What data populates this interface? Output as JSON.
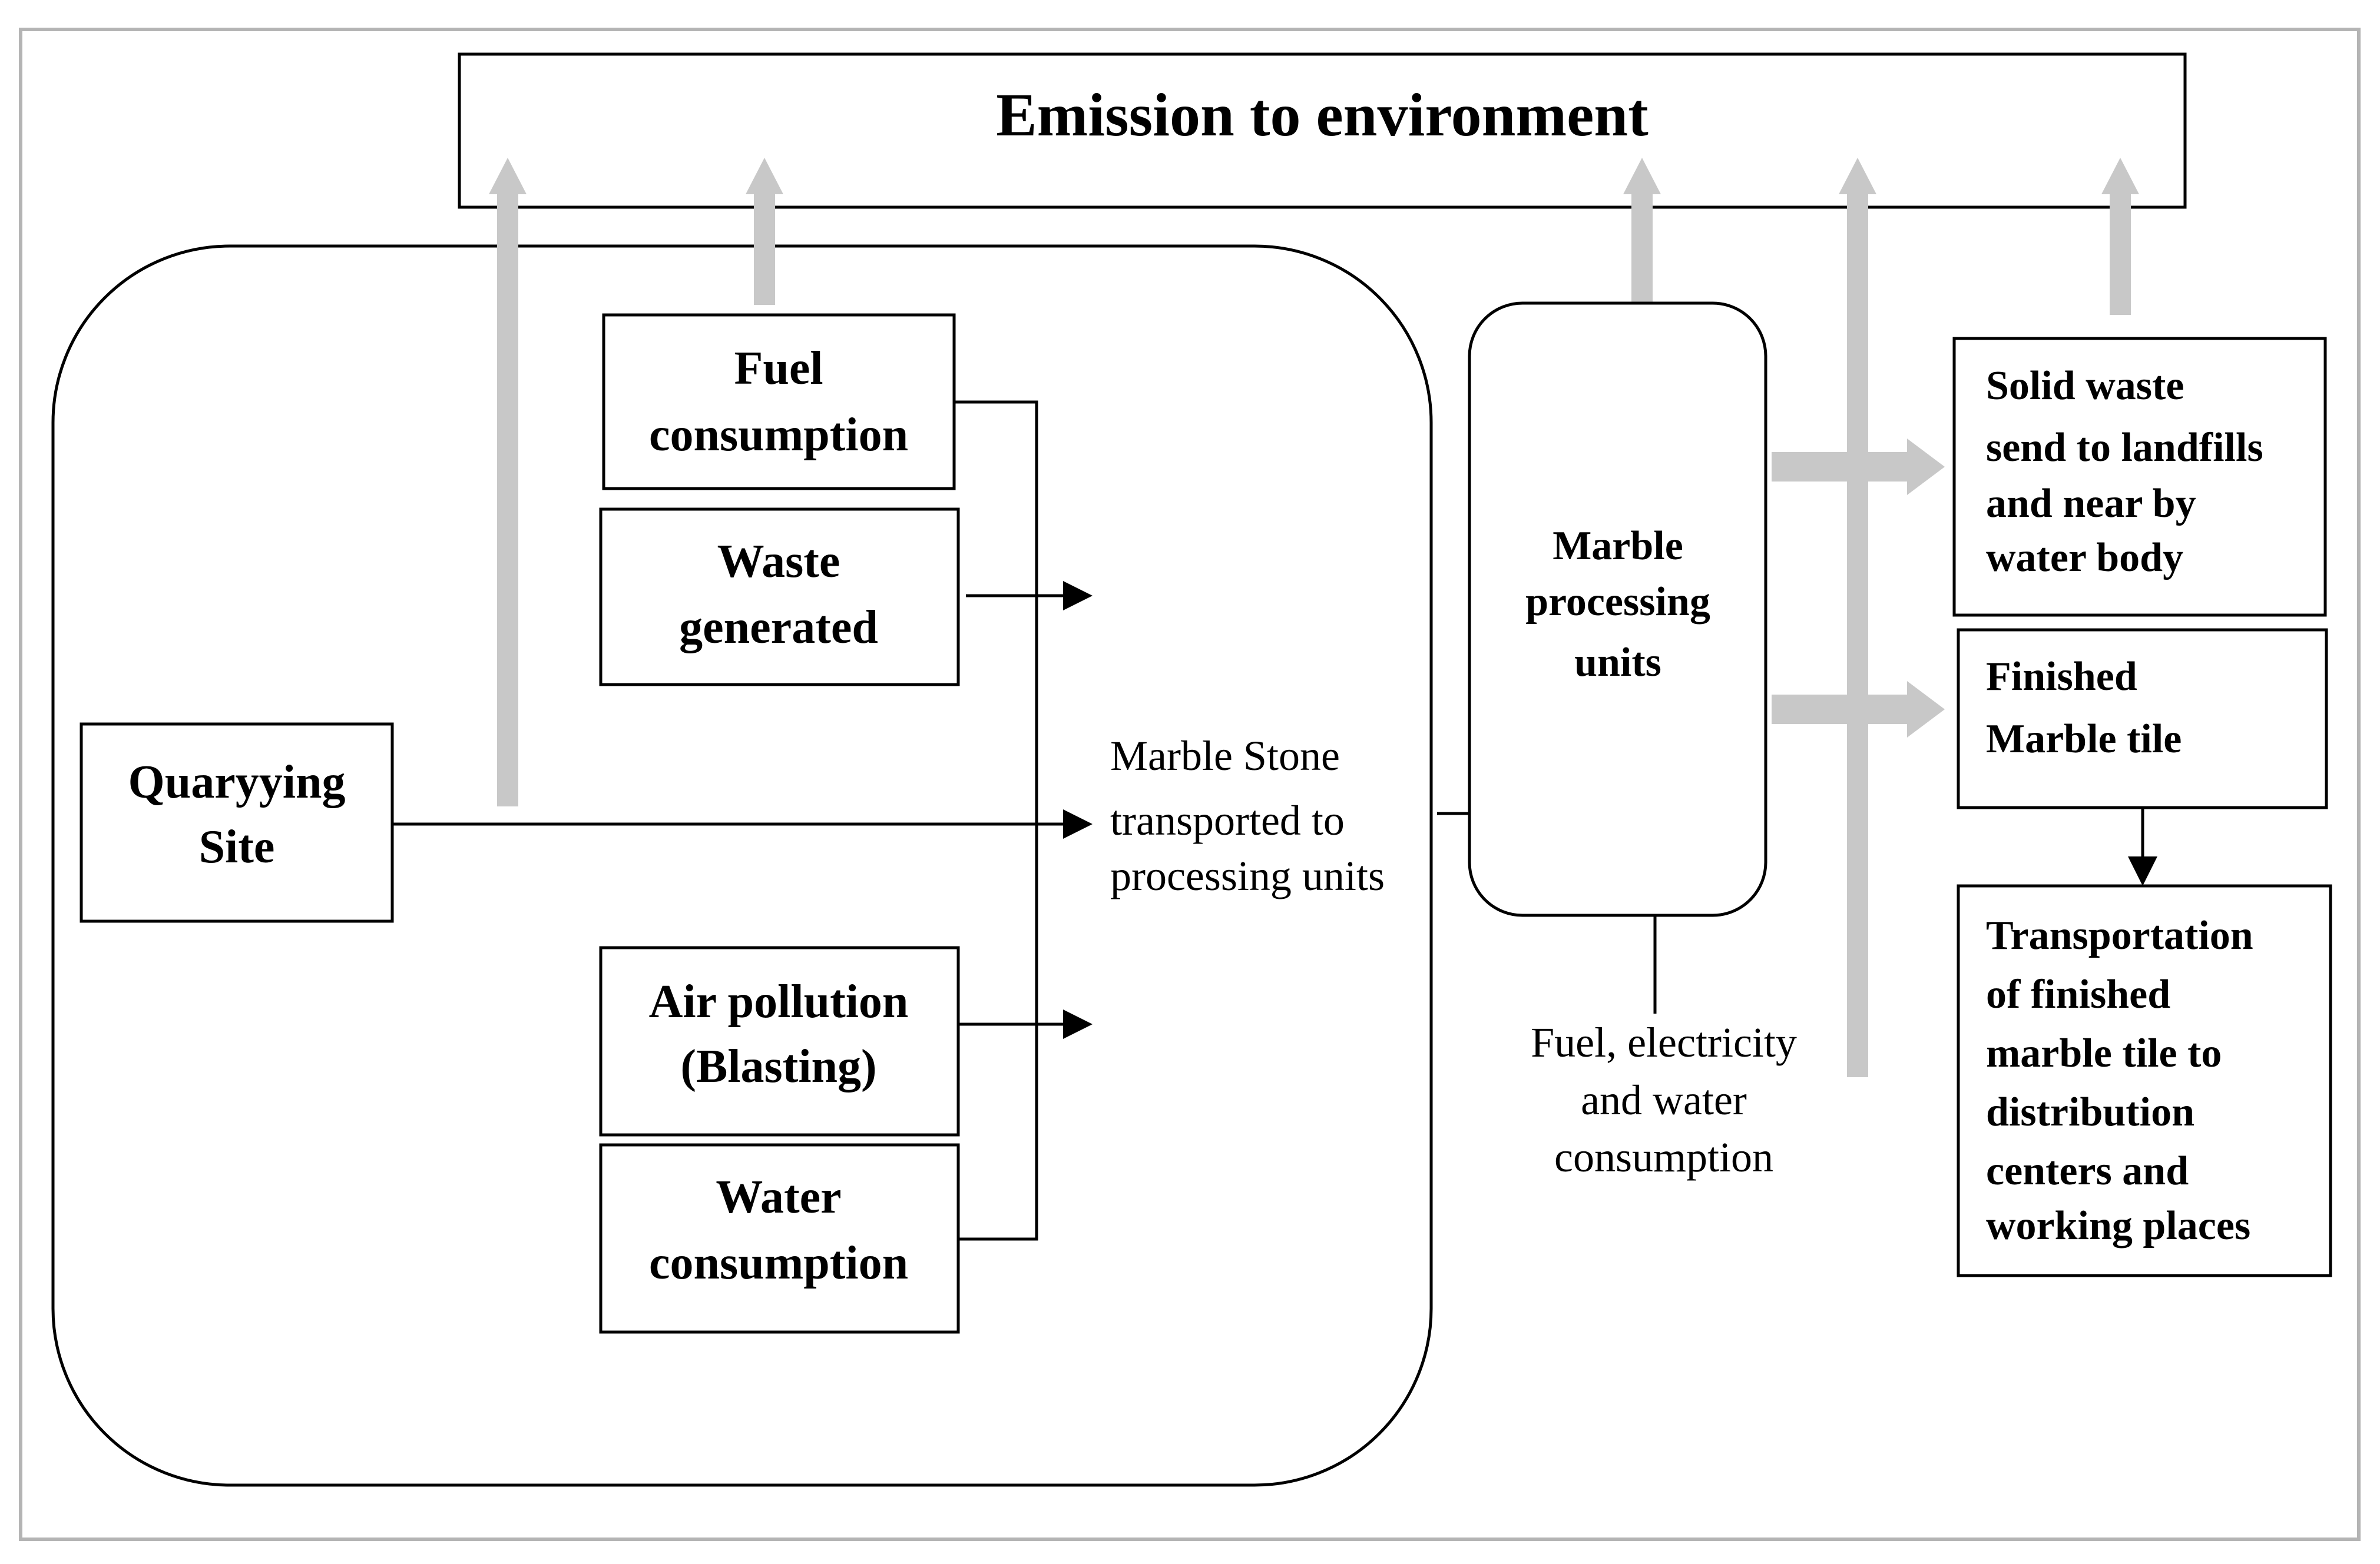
{
  "diagram": {
    "emission_title": "Emission to environment",
    "quarry_lines": [
      "Quaryying",
      "Site"
    ],
    "fuel_lines": [
      "Fuel",
      "consumption"
    ],
    "waste_lines": [
      "Waste",
      "generated"
    ],
    "air_lines": [
      "Air pollution",
      "(Blasting)"
    ],
    "water_lines": [
      "Water",
      "consumption"
    ],
    "transport_lines": [
      "Marble Stone",
      "transported to",
      "processing units"
    ],
    "processing_lines": [
      "Marble",
      "processing",
      "units"
    ],
    "inputs_lines": [
      "Fuel, electricity",
      "and water",
      "consumption"
    ],
    "solid_waste_lines": [
      "Solid waste",
      "send to landfills",
      "and  near by",
      "water  body"
    ],
    "finished_lines": [
      "Finished",
      "Marble tile"
    ],
    "distribution_lines": [
      "Transportation",
      "of finished",
      "marble tile to",
      "distribution",
      "centers and",
      "working places"
    ]
  },
  "colors": {
    "line": "#000000",
    "emission_arrow": "#c8c8c8",
    "frame": "#b4b4b4",
    "background": "#ffffff"
  }
}
